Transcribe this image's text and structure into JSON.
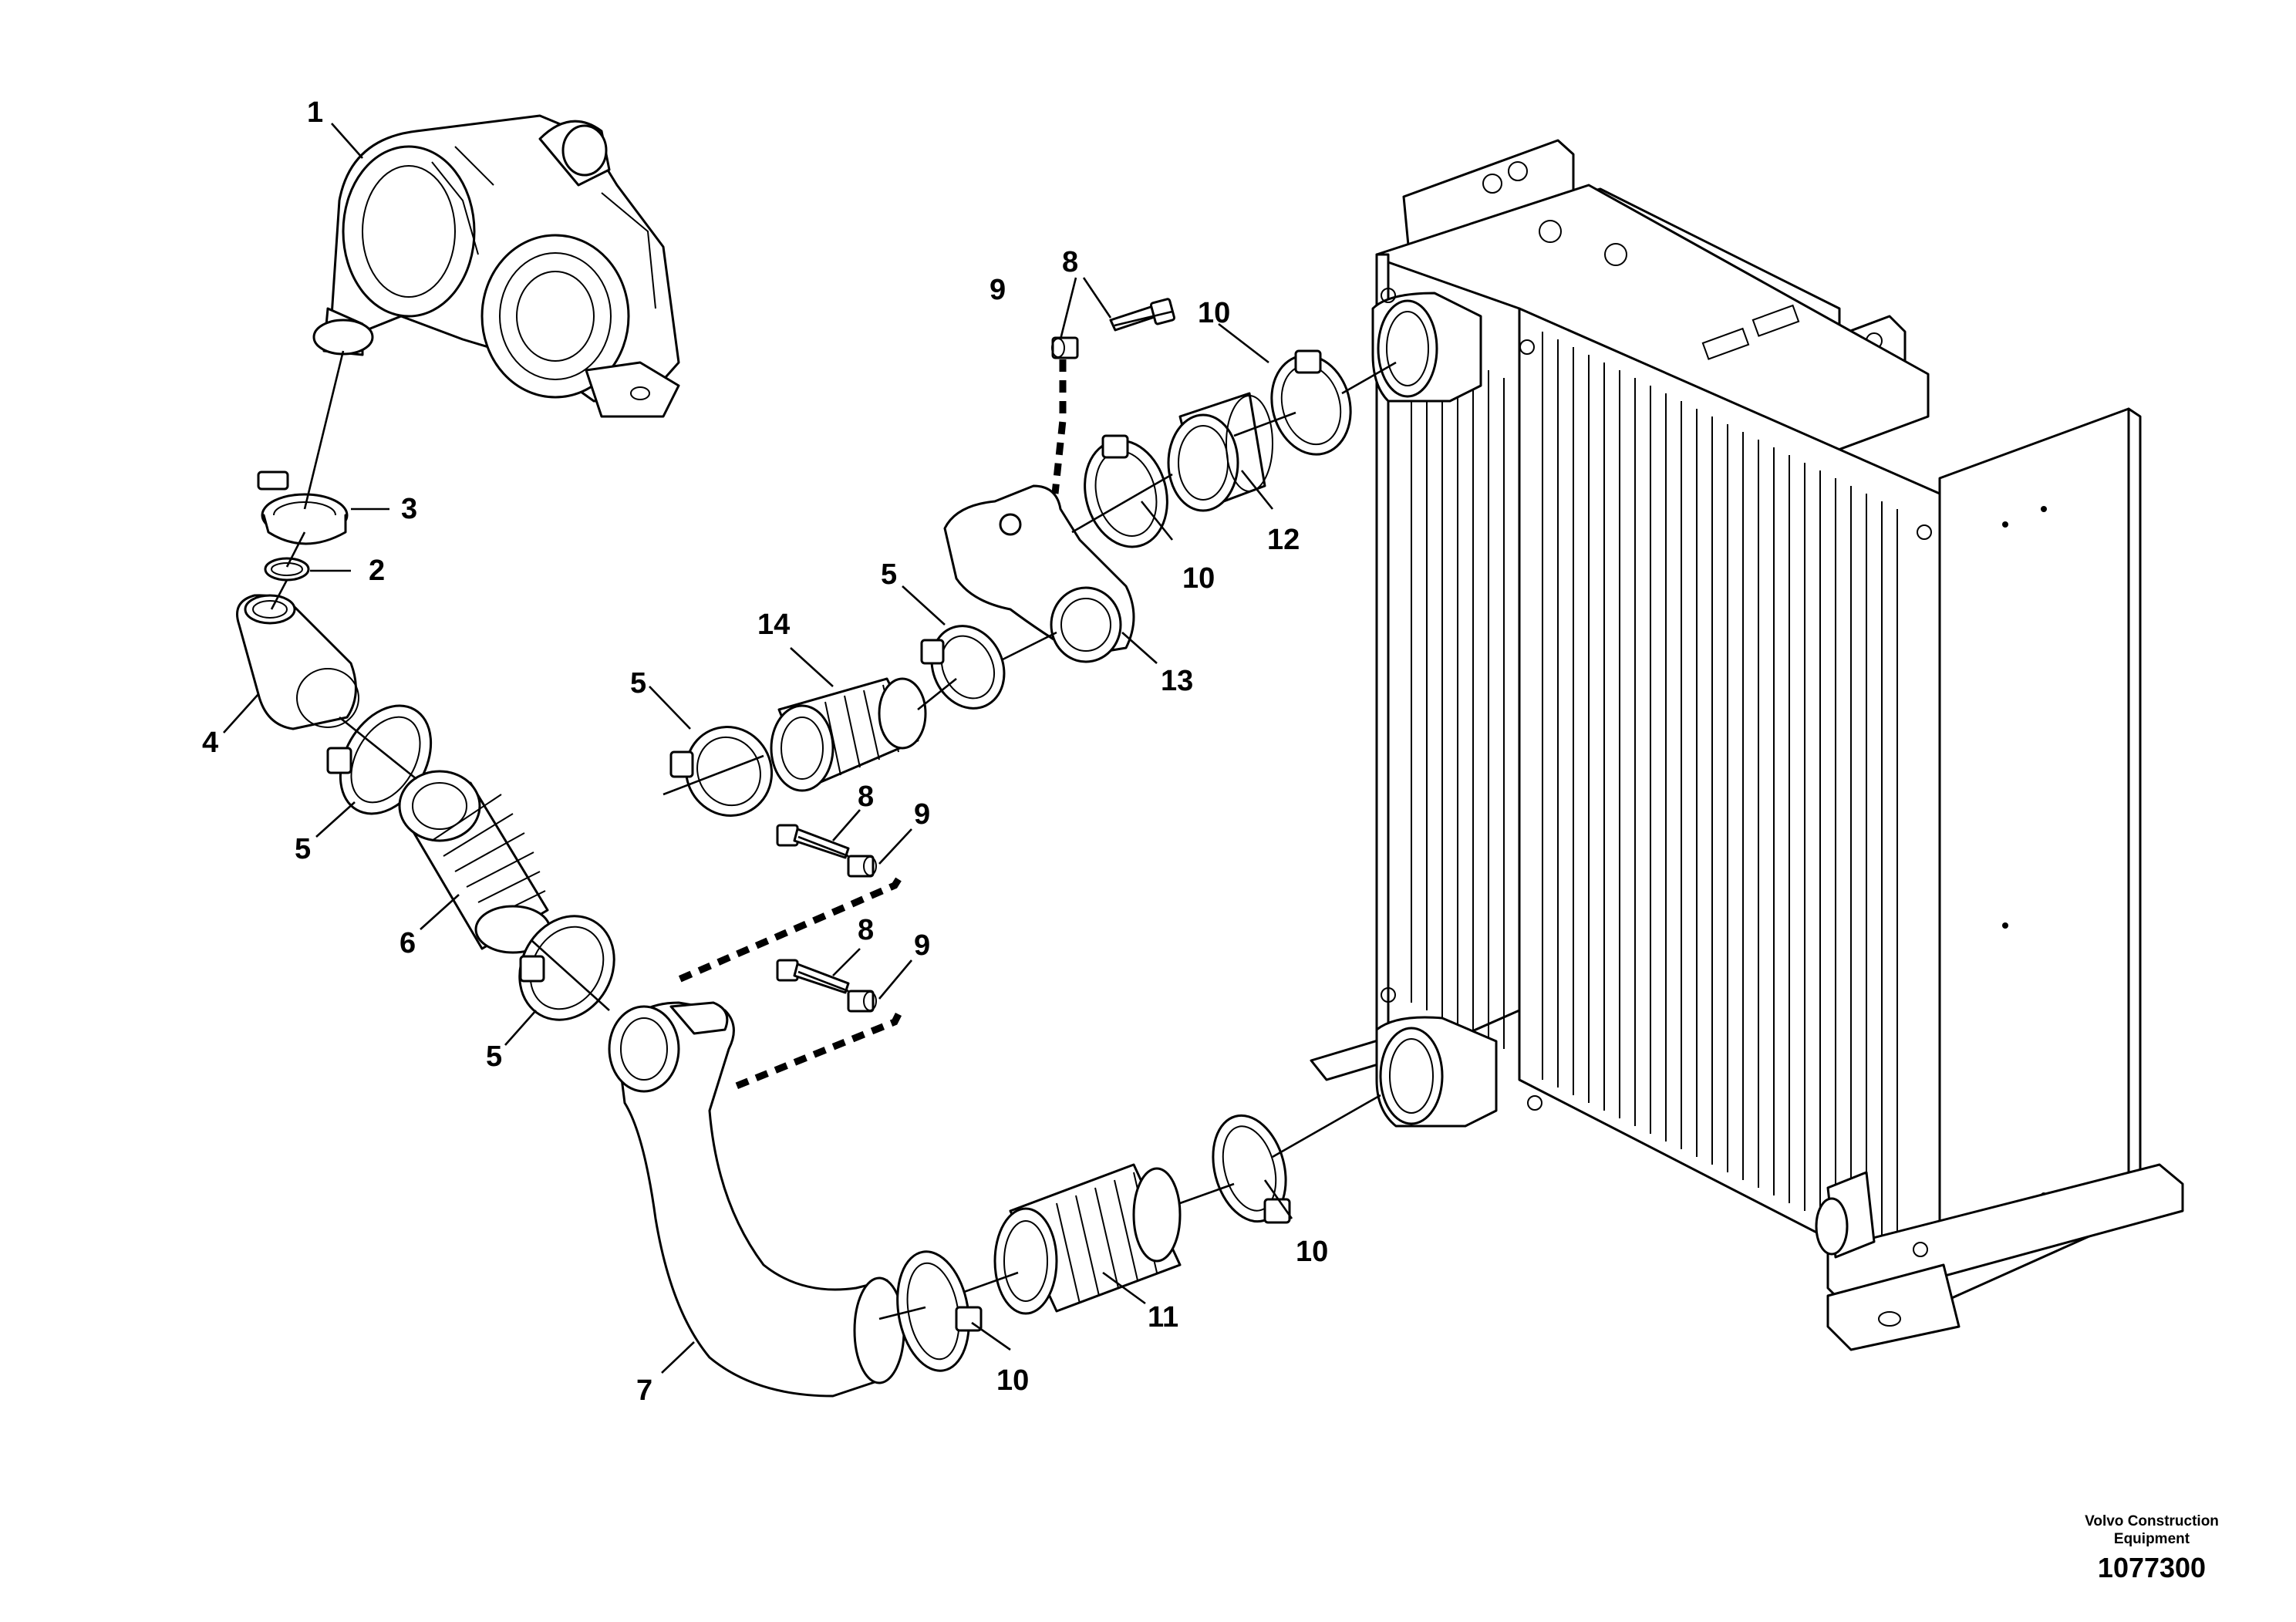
{
  "diagram": {
    "callouts": [
      {
        "id": "c1",
        "label": "1"
      },
      {
        "id": "c2",
        "label": "2"
      },
      {
        "id": "c3",
        "label": "3"
      },
      {
        "id": "c4",
        "label": "4"
      },
      {
        "id": "c5a",
        "label": "5"
      },
      {
        "id": "c5b",
        "label": "5"
      },
      {
        "id": "c5c",
        "label": "5"
      },
      {
        "id": "c5d",
        "label": "5"
      },
      {
        "id": "c6",
        "label": "6"
      },
      {
        "id": "c7",
        "label": "7"
      },
      {
        "id": "c8a",
        "label": "8"
      },
      {
        "id": "c8b",
        "label": "8"
      },
      {
        "id": "c8c",
        "label": "8"
      },
      {
        "id": "c9a",
        "label": "9"
      },
      {
        "id": "c9b",
        "label": "9"
      },
      {
        "id": "c9c",
        "label": "9"
      },
      {
        "id": "c10a",
        "label": "10"
      },
      {
        "id": "c10b",
        "label": "10"
      },
      {
        "id": "c10c",
        "label": "10"
      },
      {
        "id": "c10d",
        "label": "10"
      },
      {
        "id": "c11",
        "label": "11"
      },
      {
        "id": "c12",
        "label": "12"
      },
      {
        "id": "c13",
        "label": "13"
      },
      {
        "id": "c14",
        "label": "14"
      }
    ]
  },
  "footer": {
    "publisher_line1": "Volvo Construction",
    "publisher_line2": "Equipment",
    "drawing_number": "1077300"
  }
}
